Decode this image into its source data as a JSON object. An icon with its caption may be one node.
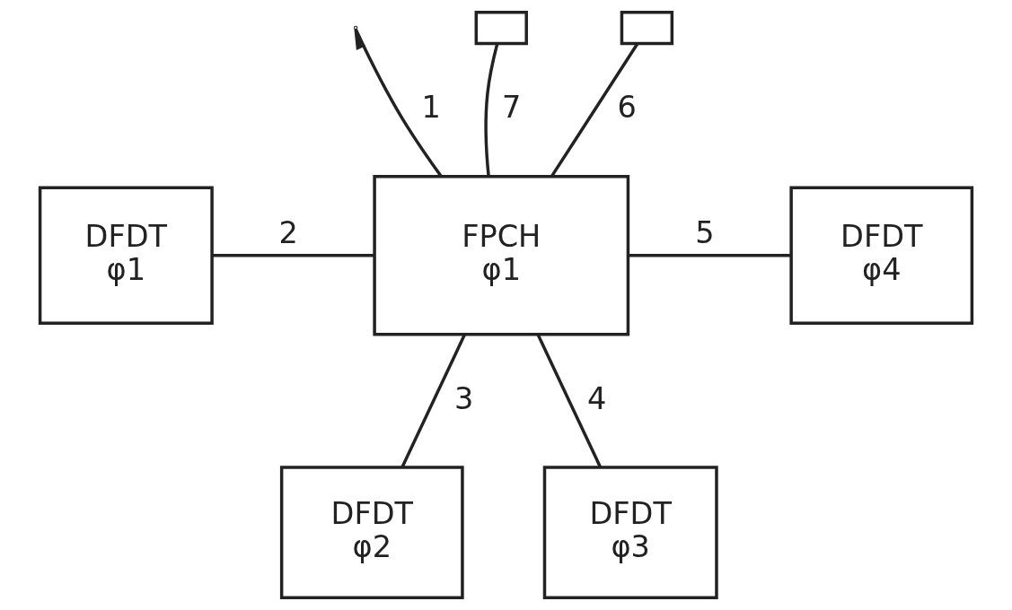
{
  "diagram": {
    "nodes": [
      {
        "text": [],
        "shape": "box"
      },
      {
        "text": [],
        "shape": "box"
      },
      {
        "text": [
          "DFDT",
          "φ1"
        ]
      },
      {
        "text": [
          "FPCH",
          "φ1"
        ]
      },
      {
        "text": [
          "DFDT",
          "φ4"
        ]
      },
      {
        "text": [
          "DFDT",
          "φ2"
        ]
      },
      {
        "text": [
          "DFDT",
          "φ3"
        ]
      }
    ],
    "edges": [
      {
        "from": 3,
        "to": null,
        "arrow": "to",
        "label": "1"
      },
      {
        "from": 3,
        "to": 0,
        "arrow": "none",
        "label": "7"
      },
      {
        "from": 3,
        "to": 1,
        "arrow": "none",
        "label": "6"
      },
      {
        "from": 2,
        "to": 3,
        "arrow": "none",
        "label": "2"
      },
      {
        "from": 3,
        "to": 4,
        "arrow": "none",
        "label": "5"
      },
      {
        "from": 3,
        "to": 5,
        "arrow": "none",
        "label": "3"
      },
      {
        "from": 3,
        "to": 6,
        "arrow": "none",
        "label": "4"
      }
    ]
  }
}
